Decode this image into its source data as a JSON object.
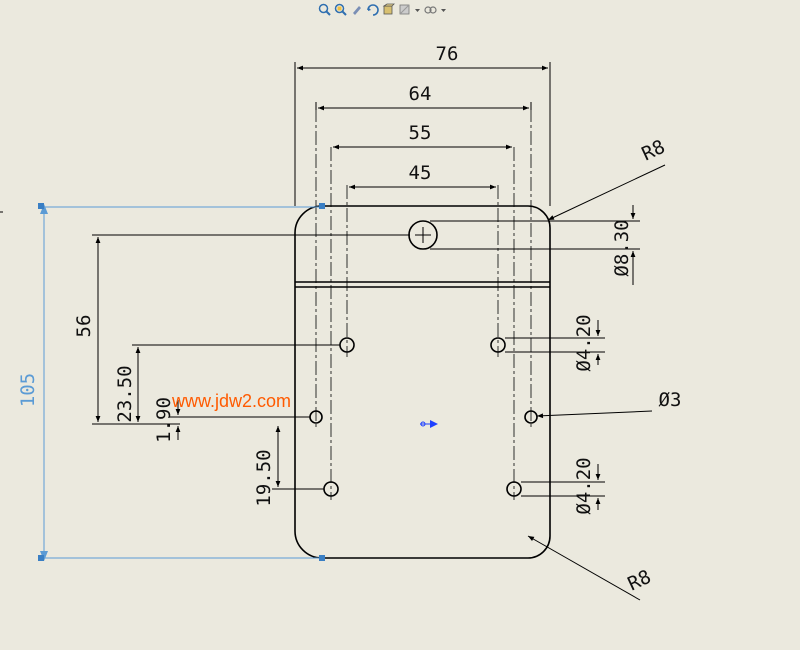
{
  "toolbar": {
    "icons": [
      "zoom-to-fit-icon",
      "zoom-area-icon",
      "pan-icon",
      "rotate-icon",
      "3d-view-icon",
      "section-view-icon",
      "display-style-icon"
    ]
  },
  "dimensions": {
    "overall_width": "76",
    "hole_span_64": "64",
    "hole_span_55": "55",
    "hole_span_45": "45",
    "overall_height": "105",
    "height_56": "56",
    "height_23_50": "23.50",
    "height_1_90": "1.90",
    "height_19_50": "19.50",
    "radius_top": "R8",
    "radius_bottom": "R8",
    "hole_diameter_large": "Ø8.30",
    "hole_diameter_upper": "Ø4.20",
    "hole_diameter_small": "Ø3",
    "hole_diameter_lower": "Ø4.20"
  },
  "watermark": "www.jdw2.com",
  "colors": {
    "background": "#ebe9de",
    "line": "#000000",
    "selected": "#5b9bd5",
    "watermark": "#ff5a00",
    "origin": "#1e40ff"
  }
}
